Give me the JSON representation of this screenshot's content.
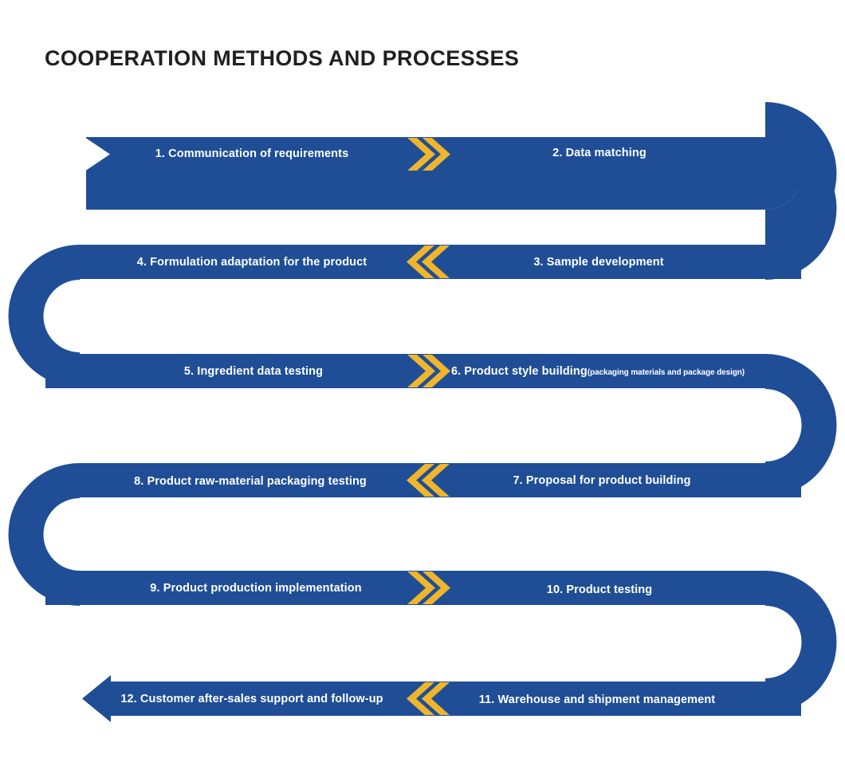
{
  "page": {
    "title": "COOPERATION METHODS AND PROCESSES",
    "background_color": "#ffffff",
    "title_color": "#231f20"
  },
  "colors": {
    "band_blue": "#1f4e96",
    "chevron_yellow": "#efb52c",
    "label_text": "#ffffff"
  },
  "diagram": {
    "type": "serpentine-process-flow",
    "step_count": 12,
    "row_count": 6,
    "steps": [
      {
        "number": "1.",
        "label": "1. Communication of requirements",
        "sub": "",
        "row": 1,
        "side": "left",
        "direction": "right"
      },
      {
        "number": "2.",
        "label": "2. Data matching",
        "sub": "",
        "row": 1,
        "side": "right",
        "direction": "right"
      },
      {
        "number": "3.",
        "label": "3. Sample development",
        "sub": "",
        "row": 2,
        "side": "right",
        "direction": "left"
      },
      {
        "number": "4.",
        "label": "4. Formulation adaptation for the product",
        "sub": "",
        "row": 2,
        "side": "left",
        "direction": "left"
      },
      {
        "number": "5.",
        "label": "5. Ingredient data testing",
        "sub": "",
        "row": 3,
        "side": "left",
        "direction": "right"
      },
      {
        "number": "6.",
        "label": "6. Product style building",
        "sub": "(packaging materials and package design)",
        "row": 3,
        "side": "right",
        "direction": "right"
      },
      {
        "number": "7.",
        "label": "7. Proposal for product  building",
        "sub": "",
        "row": 4,
        "side": "right",
        "direction": "left"
      },
      {
        "number": "8.",
        "label": "8. Product raw-material packaging testing",
        "sub": "",
        "row": 4,
        "side": "left",
        "direction": "left"
      },
      {
        "number": "9.",
        "label": "9. Product production implementation",
        "sub": "",
        "row": 5,
        "side": "left",
        "direction": "right"
      },
      {
        "number": "10.",
        "label": "10. Product testing",
        "sub": "",
        "row": 5,
        "side": "right",
        "direction": "right"
      },
      {
        "number": "11.",
        "label": "11. Warehouse and shipment management",
        "sub": "",
        "row": 6,
        "side": "right",
        "direction": "left"
      },
      {
        "number": "12.",
        "label": "12. Customer after-sales support and follow-up",
        "sub": "",
        "row": 6,
        "side": "left",
        "direction": "left"
      }
    ],
    "chevrons": [
      {
        "row": 1,
        "direction": "right"
      },
      {
        "row": 2,
        "direction": "left"
      },
      {
        "row": 3,
        "direction": "right"
      },
      {
        "row": 4,
        "direction": "left"
      },
      {
        "row": 5,
        "direction": "right"
      },
      {
        "row": 6,
        "direction": "left"
      }
    ],
    "start_marker": "white-arrow-notch-left",
    "end_marker": "solid-arrowhead-left"
  }
}
